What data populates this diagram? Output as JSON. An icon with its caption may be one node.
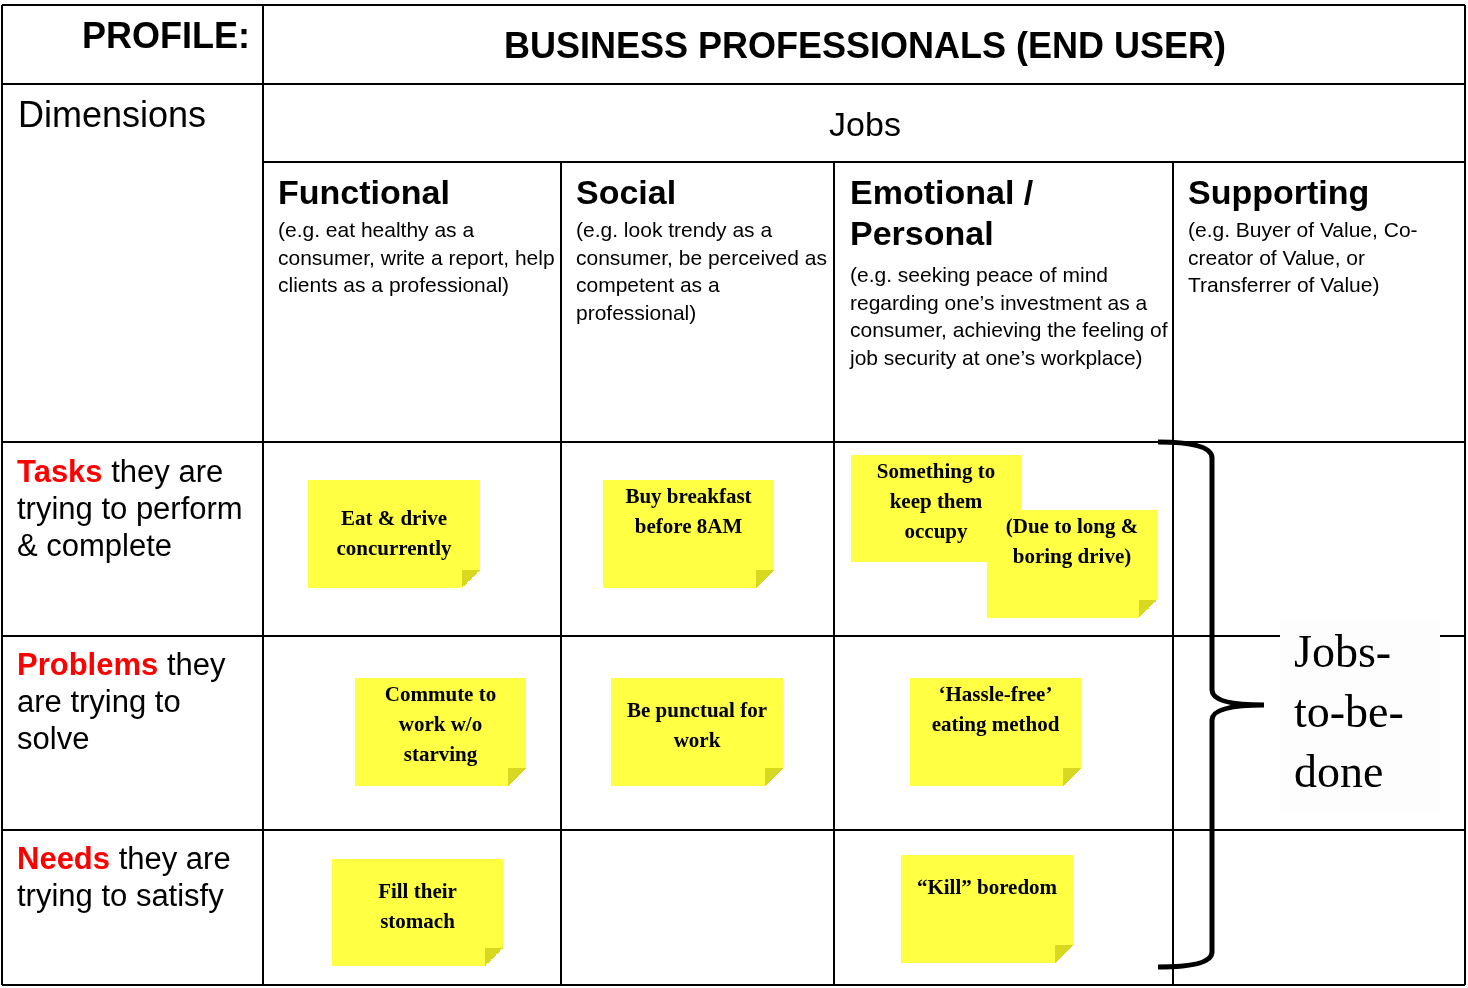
{
  "diagram": {
    "nodes": [
      {
        "text": [
          "Eat & drive concurrently"
        ]
      },
      {
        "text": [
          "Buy breakfast before 8AM"
        ]
      },
      {
        "text": [
          "Something to keep them occupy"
        ]
      },
      {
        "text": [
          "(Due to long & boring drive)"
        ]
      },
      {
        "text": [
          "Commute to work w/o starving"
        ]
      },
      {
        "text": [
          "Be punctual for work"
        ]
      },
      {
        "text": [
          "‘Hassle-free’ eating method"
        ]
      },
      {
        "text": [
          "Fill their stomach"
        ]
      },
      {
        "text": [
          "“Kill” boredom"
        ]
      }
    ],
    "edges": [],
    "labels": [
      "PROFILE:",
      "BUSINESS PROFESSIONALS (END USER)",
      "Dimensions",
      "Jobs",
      "Functional",
      "(e.g. eat healthy as a consumer, write a report, help clients as a professional)",
      "Social",
      "(e.g. look trendy as a consumer, be perceived as competent as a professional)",
      "Emotional / Personal",
      "(e.g. seeking peace of mind regarding one’s investment as a consumer, achieving the feeling of job security at one’s workplace)",
      "Supporting",
      "(e.g. Buyer of Value, Co-creator of Value, or Transferrer of Value)",
      "**Tasks** they are trying to perform & complete",
      "**Problems** they are trying to solve",
      "**Needs** they are trying to satisfy",
      "Jobs-to-be-done"
    ]
  }
}
